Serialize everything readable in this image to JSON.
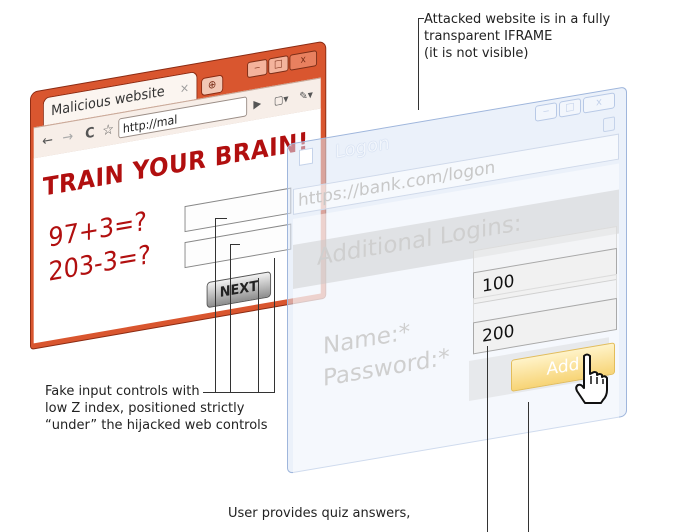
{
  "malicious_window": {
    "tab_title": "Malicious website",
    "tab_close": "×",
    "new_tab": "⊕",
    "min": "‒",
    "max": "□",
    "close": "x",
    "back": "←",
    "forward": "→",
    "reload": "C",
    "star": "☆",
    "url": "http://mal",
    "go": "▶",
    "page_menu": "▢▾",
    "tools_menu": "✎▾",
    "headline": "TRAIN YOUR BRAIN!",
    "quiz1": "97+3=?",
    "quiz2": "203-3=?",
    "next_label": "NEXT"
  },
  "logon_window": {
    "title": "Logon",
    "min": "‒",
    "max": "□",
    "close": "x",
    "url": "https://bank.com/logon",
    "section": "Additional Logins:",
    "name_label": "Name:*",
    "password_label": "Password:*",
    "name_value": "100",
    "password_value": "200",
    "add_label": "Add"
  },
  "captions": {
    "top_right": [
      "Attacked website is in a fully",
      "transparent IFRAME",
      "(it is not visible)"
    ],
    "left": [
      "Fake input controls with",
      "low Z index, positioned strictly",
      "“under” the hijacked web controls"
    ],
    "bottom": [
      "User provides quiz answers,"
    ]
  },
  "colors": {
    "malicious_frame": "#d9562f",
    "headline": "#b10f0f",
    "logon_frame": "#dae5f5",
    "add_button": "#f7d476"
  }
}
